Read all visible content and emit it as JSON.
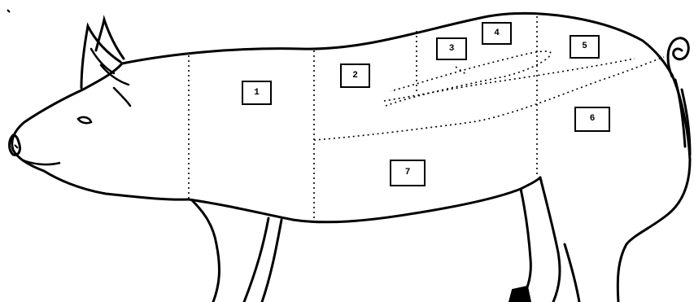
{
  "diagram": {
    "cut_labels": [
      "1",
      "2",
      "3",
      "4",
      "5",
      "6",
      "7"
    ]
  },
  "colors": {
    "outline": "#000000",
    "background": "#ffffff"
  }
}
